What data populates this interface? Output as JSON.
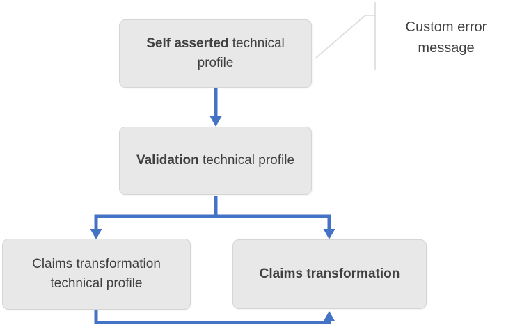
{
  "diagram": {
    "nodes": {
      "self_asserted": {
        "bold_text": "Self asserted",
        "regular_text": " technical profile"
      },
      "validation": {
        "bold_text": "Validation",
        "regular_text": " technical profile"
      },
      "claims_transformation_tp": {
        "regular_text": "Claims transformation technical profile"
      },
      "claims_transformation": {
        "bold_text": "Claims transformation"
      }
    },
    "callout": {
      "label": "Custom error message"
    },
    "edges": [
      {
        "from": "self_asserted",
        "to": "validation",
        "style": "arrow"
      },
      {
        "from": "validation",
        "to": "claims_transformation_tp",
        "style": "arrow"
      },
      {
        "from": "validation",
        "to": "claims_transformation",
        "style": "arrow"
      },
      {
        "from": "claims_transformation_tp",
        "to": "claims_transformation",
        "style": "arrow"
      },
      {
        "from": "self_asserted",
        "to": "custom_error_message",
        "style": "callout-line"
      }
    ],
    "colors": {
      "arrow": "#4472c4",
      "box_fill": "#e8e8e8",
      "box_border": "#d5d5d5",
      "text": "#404040",
      "callout_line": "#d9d9d9"
    }
  }
}
